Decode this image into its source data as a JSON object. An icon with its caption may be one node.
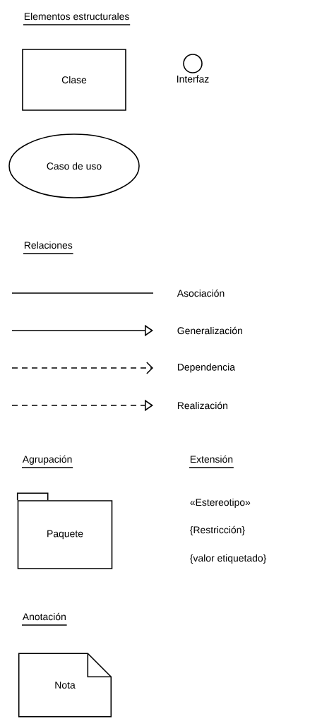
{
  "diagram": {
    "nodes": [
      {
        "text": [
          "Clase"
        ]
      },
      {
        "text": [
          "Interfaz"
        ]
      },
      {
        "text": [
          "Caso de uso"
        ]
      },
      {
        "text": [
          "Paquete"
        ]
      },
      {
        "text": [
          "Nota"
        ]
      }
    ],
    "labels": [
      "Elementos estructurales",
      "Relaciones",
      "Agrupación",
      "Extensión",
      "«Estereotipo»",
      "{Restricción}",
      "{valor etiquetado}",
      "Anotación"
    ],
    "legend": [
      {
        "text": "Asociación"
      },
      {
        "text": "Generalización"
      },
      {
        "text": "Dependencia"
      },
      {
        "text": "Realización"
      }
    ]
  }
}
